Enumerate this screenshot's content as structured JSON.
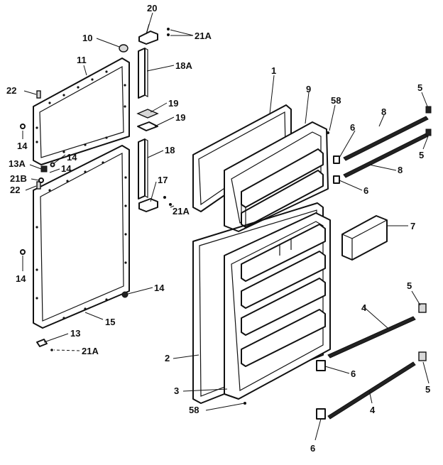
{
  "labels": {
    "p20": "20",
    "p21a_top": "21A",
    "p10": "10",
    "p18a": "18A",
    "p11": "11",
    "p22_top": "22",
    "p19_a": "19",
    "p19_b": "19",
    "p14_left_top": "14",
    "p14_mid": "14",
    "p13a": "13A",
    "p14_mid2": "14",
    "p21b": "21B",
    "p22_bot": "22",
    "p18": "18",
    "p17": "17",
    "p21a_mid": "21A",
    "p14_left_bot": "14",
    "p14_right": "14",
    "p15": "15",
    "p13": "13",
    "p21a_bot": "21A",
    "p1": "1",
    "p9": "9",
    "p58_top": "58",
    "p5_top": "5",
    "p8_top": "8",
    "p6_top": "6",
    "p5_top2": "5",
    "p8_bot": "8",
    "p6_mid": "6",
    "p7": "7",
    "p5_mid": "5",
    "p4_top": "4",
    "p2": "2",
    "p6_low": "6",
    "p5_low": "5",
    "p3": "3",
    "p58_bot": "58",
    "p4_bot": "4",
    "p6_bot": "6"
  }
}
